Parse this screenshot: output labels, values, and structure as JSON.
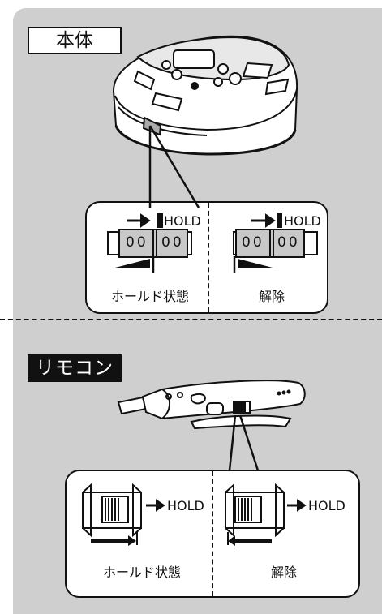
{
  "sections": {
    "main_unit": {
      "tag": "本体",
      "states": [
        {
          "hold_label": "HOLD",
          "digits": [
            "00",
            "00"
          ],
          "caption": "ホールド状態"
        },
        {
          "hold_label": "HOLD",
          "digits": [
            "00",
            "00"
          ],
          "caption": "解除"
        }
      ]
    },
    "remote": {
      "tag": "リモコン",
      "states": [
        {
          "hold_label": "HOLD",
          "caption": "ホールド状態"
        },
        {
          "hold_label": "HOLD",
          "caption": "解除"
        }
      ]
    }
  },
  "colors": {
    "panel": "#cfcfcf",
    "ink": "#111111",
    "switch_gray": "#c8c8c8"
  },
  "icons": [
    "cd-player-illustration",
    "remote-control-illustration",
    "arrow-right-icon",
    "arrow-left-icon"
  ]
}
